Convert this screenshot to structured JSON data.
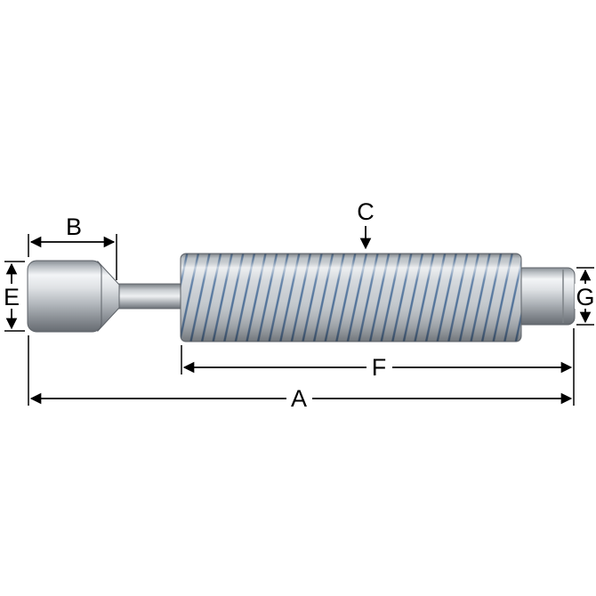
{
  "drawing": {
    "kind": "dimensioned technical drawing of a shock absorber",
    "dimensions": {
      "a": {
        "label": "A"
      },
      "b": {
        "label": "B"
      },
      "c": {
        "label": "C"
      },
      "e": {
        "label": "E"
      },
      "f": {
        "label": "F"
      },
      "g": {
        "label": "G"
      }
    }
  },
  "colors": {
    "background": "#ffffff",
    "dimension_lines": "#000000",
    "thread_blue": "#4a6f9b",
    "metal_light": "#f3f5f7",
    "metal_mid": "#b4b9be",
    "metal_dark": "#666b71"
  }
}
